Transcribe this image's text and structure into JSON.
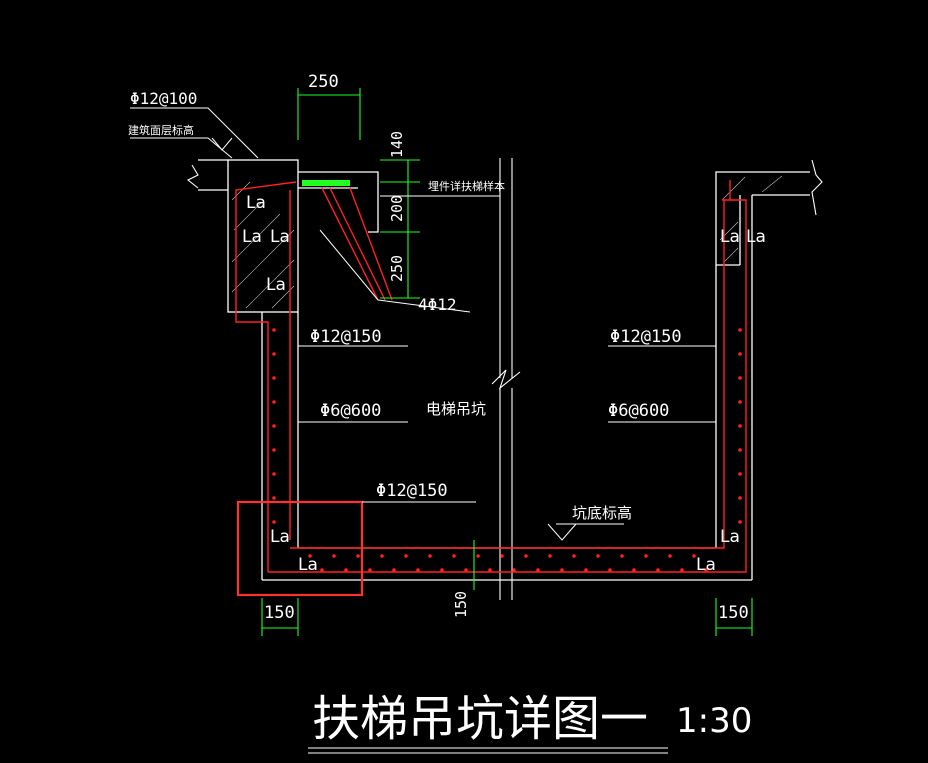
{
  "drawing": {
    "title": "扶梯吊坑详图一",
    "scale": "1:30"
  },
  "dimensions": {
    "top_width": "250",
    "v_140": "140",
    "v_200": "200",
    "v_250": "250",
    "bottom_left": "150",
    "bottom_right": "150",
    "slab_thickness": "150"
  },
  "labels": {
    "rebar_top": "Φ12@100",
    "floor_level": "建筑面层标高",
    "embed": "埋件详扶梯样本",
    "bars_4": "4Φ12",
    "left_wall_main": "Φ12@150",
    "left_wall_tie": "Φ6@600",
    "pit_name": "电梯吊坑",
    "right_wall_main": "Φ12@150",
    "right_wall_tie": "Φ6@600",
    "bottom_main": "Φ12@150",
    "pit_bottom_level": "坑底标高",
    "la": "La"
  },
  "colors": {
    "background": "#000000",
    "lines": "#ffffff",
    "rebar": "#ff2020",
    "dimension": "#20ff20",
    "highlight": "#ff3030",
    "embed_plate": "#20ff20"
  }
}
